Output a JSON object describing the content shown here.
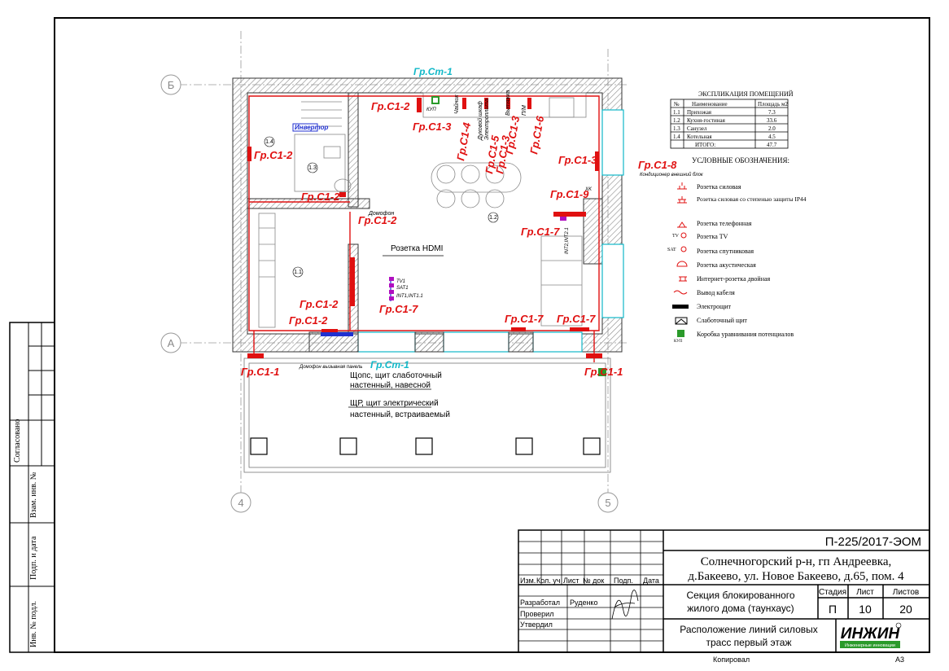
{
  "axes": {
    "B": "Б",
    "A": "А",
    "n4": "4",
    "n5": "5"
  },
  "group_labels": {
    "st1_top": "Гр.Ст-1",
    "st1_bottom": "Гр.Ст-1",
    "c1_2_top": "Гр.С1-2",
    "c1_3_top": "Гр.С1-3",
    "c1_4": "Гр.С1-4",
    "c1_5": "Гр.С1-5",
    "c1_3b": "Гр.С1-3",
    "c1_3c": "Гр.С1-3",
    "c1_6": "Гр.С1-6",
    "c1_2_left": "Гр.С1-2",
    "c1_2_bath": "Гр.С1-2",
    "c1_2_mid": "Гр.С1-2",
    "c1_3_right": "Гр.С1-3",
    "c1_8": "Гр.С1-8",
    "c1_9": "Гр.С1-9",
    "c1_7_right": "Гр.С1-7",
    "c1_2_wall": "Гр.С1-2",
    "c1_7_hdmi": "Гр.С1-7",
    "c1_2_bottom": "Гр.С1-2",
    "c1_7_b1": "Гр.С1-7",
    "c1_7_b2": "Гр.С1-7",
    "c1_1_left": "Гр.С1-1",
    "c1_1_right": "Гр.С1-1"
  },
  "plan_notes": {
    "kupp": "КУП",
    "chainik": "Чайник",
    "shkaf": "Духовой шкаф",
    "plita": "Электроплита",
    "vytyazhka": "Вытяжка",
    "pm": "П/М",
    "inverter": "Инвертор",
    "domofon1": "Домофон",
    "domofon2": "Домофон",
    "domofon_panel": "Домофон вызывная панель",
    "conditioner": "Кондиционер внешний блок",
    "hdmi": "Розетка HDMI",
    "tv1": "TV1",
    "sat1": "SAT1",
    "int1": "INT1,INT1.1",
    "int2": "INT2,INT2.1",
    "shchops": "Щопс, щит слаботочный",
    "shchops2": "настенный, навесной",
    "shr": "ЩР, щит электрический",
    "shr2": "настенный, встраиваемый",
    "r11": "1.1",
    "r12": "1.2",
    "r13": "1.3",
    "r14": "1.4",
    "xk": "XK"
  },
  "explication": {
    "title": "ЭКСПЛИКАЦИЯ ПОМЕЩЕНИЙ",
    "headers": [
      "№",
      "Наименование",
      "Площадь м2"
    ],
    "rows": [
      [
        "1.1",
        "Прихожая",
        "7.3"
      ],
      [
        "1.2",
        "Кухня-гостиная",
        "33.6"
      ],
      [
        "1.3",
        "Санузел",
        "2.0"
      ],
      [
        "1.4",
        "Котельная",
        "4.5"
      ],
      [
        "",
        "ИТОГО:",
        "47.7"
      ]
    ]
  },
  "legend": {
    "title": "УСЛОВНЫЕ ОБОЗНАЧЕНИЯ:",
    "items": [
      "Розетка силовая",
      "Розетка силовая со степенью защиты IP44",
      "Розетка телефонная",
      "Розетка TV",
      "Розетка спутниковая",
      "Розетка акустическая",
      "Интернет-розетка двойная",
      "Вывод кабеля",
      "Электрощит",
      "Слаботочный щит",
      "Коробка уравнивания потенциалов"
    ],
    "tv": "TV",
    "sat": "SAT",
    "kupp": "КУП"
  },
  "side_stamp": {
    "soglasovano": "Согласовано",
    "vzam": "Взам. инв. №",
    "podp": "Подп. и дата",
    "inv": "Инв. № подл."
  },
  "title_block": {
    "code": "П-225/2017-ЭОМ",
    "address1": "Солнечногорский р-н, гп Андреевка,",
    "address2": "д.Бакеево, ул. Новое Бакеево, д.65, пом. 4",
    "cols": [
      "Изм.",
      "Кол. уч",
      "Лист",
      "№ док",
      "Подп.",
      "Дата"
    ],
    "razrab": "Разработал",
    "razrab_name": "Руденко",
    "proveril": "Проверил",
    "utverdil": "Утвердил",
    "section1": "Секция блокированного",
    "section2": "жилого дома (таунхаус)",
    "stadiya_h": "Стадия",
    "list_h": "Лист",
    "listov_h": "Листов",
    "stadiya": "П",
    "list": "10",
    "listov": "20",
    "sheet1": "Расположение линий силовых",
    "sheet2": "трасс первый этаж",
    "logo": "ИНЖИН",
    "logo_sub": "Инженерные инновации",
    "kopiroval": "Копировал",
    "format": "А3"
  },
  "colors": {
    "red": "#e01010",
    "cyan": "#10b8c8",
    "wall_hatch": "#999999"
  }
}
